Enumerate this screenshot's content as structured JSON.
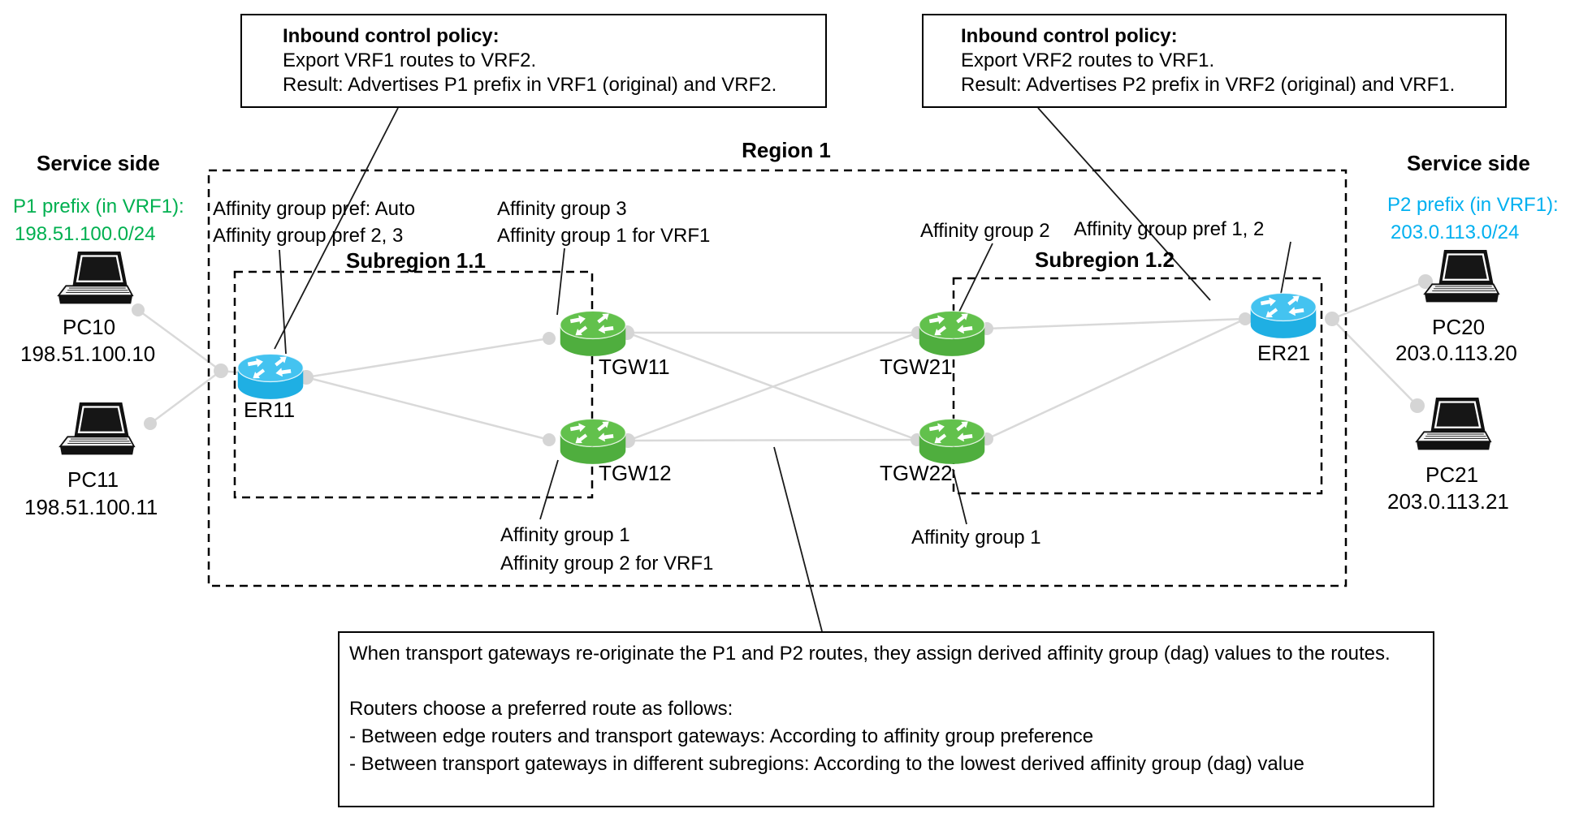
{
  "figure": {
    "region_label": "Region 1",
    "subregion1_label": "Subregion 1.1",
    "subregion2_label": "Subregion 1.2"
  },
  "policy_left": {
    "title": "Inbound control policy:",
    "rule": "Export VRF1 routes to VRF2.",
    "result": "Result: Advertises P1 prefix in VRF1 (original) and VRF2."
  },
  "policy_right": {
    "title": "Inbound control policy:",
    "rule": "Export VRF2 routes to VRF1.",
    "result": "Result: Advertises P2 prefix in VRF2 (original) and VRF1."
  },
  "service_left": {
    "heading": "Service side",
    "prefix_label": "P1 prefix (in VRF1):",
    "prefix": "198.51.100.0/24"
  },
  "service_right": {
    "heading": "Service side",
    "prefix_label": "P2 prefix (in VRF1):",
    "prefix": "203.0.113.0/24"
  },
  "hosts": {
    "pc10": {
      "label": "PC10",
      "ip": "198.51.100.10"
    },
    "pc11": {
      "label": "PC11",
      "ip": "198.51.100.11"
    },
    "pc20": {
      "label": "PC20",
      "ip": "203.0.113.20"
    },
    "pc21": {
      "label": "PC21",
      "ip": "203.0.113.21"
    }
  },
  "routers": {
    "er11": {
      "label": "ER11",
      "ann1": "Affinity group pref: Auto",
      "ann2": "Affinity group pref 2, 3"
    },
    "tgw11": {
      "label": "TGW11",
      "ann1": "Affinity group  3",
      "ann2": "Affinity group 1 for VRF1"
    },
    "tgw12": {
      "label": "TGW12",
      "ann1": "Affinity group 1",
      "ann2": "Affinity group 2 for VRF1"
    },
    "tgw21": {
      "label": "TGW21",
      "ann1": "Affinity group 2"
    },
    "tgw22": {
      "label": "TGW22",
      "ann1": "Affinity group 1"
    },
    "er21": {
      "label": "ER21",
      "ann1": "Affinity group pref 1, 2"
    }
  },
  "note": {
    "line1": "When transport gateways re-originate the P1 and P2 routes, they assign derived affinity group (dag) values to the routes.",
    "line2": "Routers choose a preferred route as follows:",
    "line3": "- Between edge routers and transport gateways: According to affinity group preference",
    "line4": "- Between transport gateways in different subregions: According to the lowest derived affinity group (dag) value"
  },
  "colors": {
    "p1_text_green": "#00B050",
    "p2_text_blue": "#00B0F0",
    "tgw_router_green": "#4FAE3E",
    "er_router_cyan": "#1FAFE3",
    "link_gray": "#D9D9D9",
    "border_black": "#000000"
  }
}
